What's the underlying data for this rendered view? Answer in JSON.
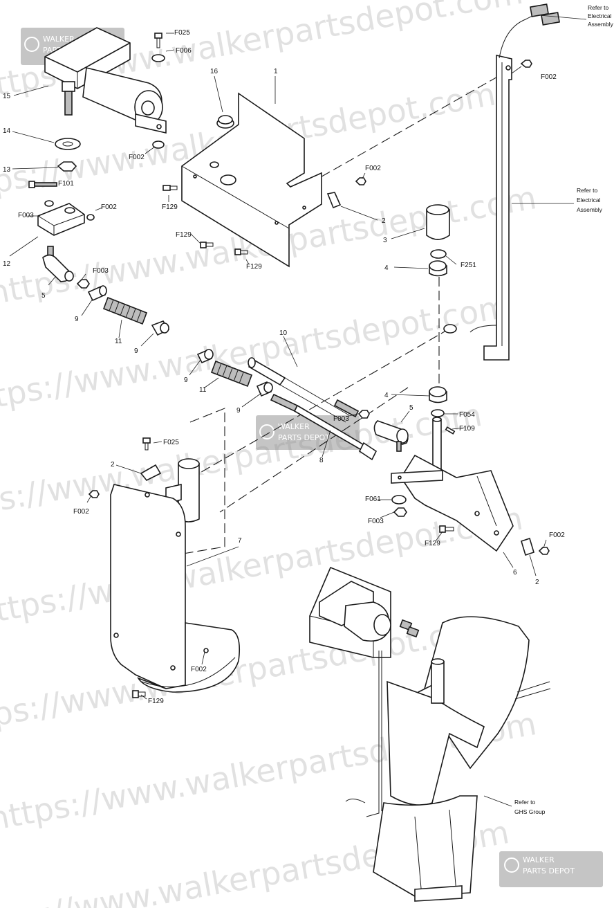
{
  "watermark": {
    "text": "https://www.walkerpartsdepot.com",
    "badge_top": "WALKER",
    "badge_bottom": "PARTS DEPOT"
  },
  "notes": {
    "electrical_top": [
      "Refer to",
      "Electrical",
      "Assembly"
    ],
    "electrical_mid": [
      "Refer to",
      "Electrical",
      "Assembly"
    ],
    "ghs": [
      "Refer to",
      "GHS Group"
    ]
  },
  "callouts": {
    "f025_a": "F025",
    "f006": "F006",
    "c16": "16",
    "c1": "1",
    "c15": "15",
    "c14": "14",
    "f002_a": "F002",
    "c13": "13",
    "f101": "F101",
    "f003_a": "F003",
    "f002_b": "F002",
    "c12": "12",
    "f129_a": "F129",
    "f129_b": "F129",
    "f129_c": "F129",
    "f002_c": "F002",
    "c2_a": "2",
    "f002_top": "F002",
    "c3": "3",
    "f251": "F251",
    "c4_a": "4",
    "c5_a": "5",
    "f003_b": "F003",
    "c9_a": "9",
    "c11_a": "11",
    "c9_b": "9",
    "c10": "10",
    "c9_c": "9",
    "c11_b": "11",
    "c9_d": "9",
    "f003_c": "F003",
    "c4_b": "4",
    "c5_b": "5",
    "f054": "F054",
    "f109": "F109",
    "c8": "8",
    "f025_b": "F025",
    "c2_b": "2",
    "f002_d": "F002",
    "c7": "7",
    "f061": "F061",
    "f003_d": "F003",
    "f129_d": "F129",
    "f002_e": "F002",
    "c6": "6",
    "c2_c": "2",
    "f002_f": "F002",
    "f129_e": "F129"
  }
}
